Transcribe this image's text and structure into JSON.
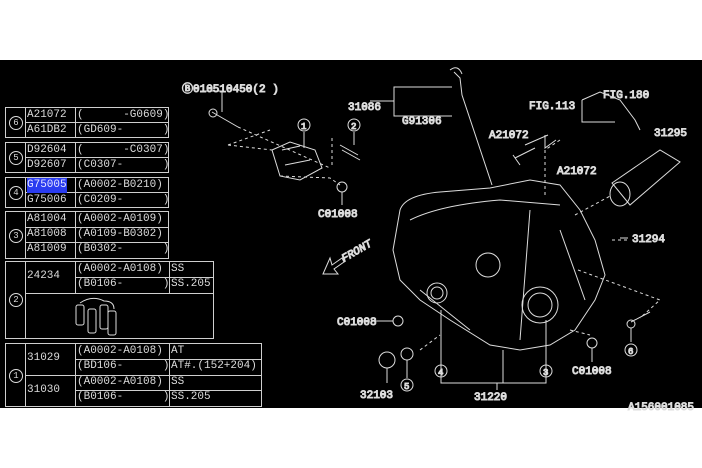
{
  "table": {
    "groups": [
      {
        "ref": "6",
        "rows": [
          {
            "part": "A21072",
            "range": "(      -G0609)"
          },
          {
            "part": "A61DB2",
            "range": "(GD609-      )"
          }
        ]
      },
      {
        "ref": "5",
        "rows": [
          {
            "part": "D92604",
            "range": "(      -C0307)"
          },
          {
            "part": "D92607",
            "range": "(C0307-      )"
          }
        ]
      },
      {
        "ref": "4",
        "rows": [
          {
            "part": "G75005",
            "range": "(A0002-B0210)"
          },
          {
            "part": "G75006",
            "range": "(C0209-      )"
          }
        ]
      },
      {
        "ref": "3",
        "rows": [
          {
            "part": "A81004",
            "range": "(A0002-A0109)"
          },
          {
            "part": "A81008",
            "range": "(A0109-B0302)"
          },
          {
            "part": "A81009",
            "range": "(B0302-      )"
          }
        ]
      },
      {
        "ref": "2",
        "part": "24234",
        "rows": [
          {
            "range": "(A0002-A0108)",
            "note": "SS"
          },
          {
            "range": "(B0106-      )",
            "note": "SS.205"
          }
        ]
      },
      {
        "ref": "1",
        "parts": [
          {
            "part": "31029",
            "rows": [
              {
                "range": "(A0002-A0108)",
                "note": "AT"
              },
              {
                "range": "(BD106-      )",
                "note": "AT#.(152+204)"
              }
            ]
          },
          {
            "part": "31030",
            "rows": [
              {
                "range": "(A0002-A0108)",
                "note": "SS"
              },
              {
                "range": "(B0106-      )",
                "note": "SS.205"
              }
            ]
          }
        ]
      }
    ]
  },
  "diagram": {
    "labels": {
      "bolt_b": "Ⓑ010510450(2 )",
      "p31086": "31086",
      "g91306": "G91306",
      "ref1": "1",
      "ref2": "2",
      "c01008_a": "C01008",
      "fig113": "FIG.113",
      "fig180": "FIG.180",
      "a21072_a": "A21072",
      "a21072_b": "A21072",
      "p31295": "31295",
      "p31294": "31294",
      "front": "FRONT",
      "c01008_b": "C01008",
      "c01008_c": "C01008",
      "ref6": "6",
      "ref5": "5",
      "ref4": "4",
      "ref3": "3",
      "p32103": "32103",
      "p31220": "31220",
      "drawing_id": "A156001085"
    }
  },
  "colors": {
    "background": "#000000",
    "line": "#dcdcdc",
    "highlight": "#2a3cf0"
  }
}
